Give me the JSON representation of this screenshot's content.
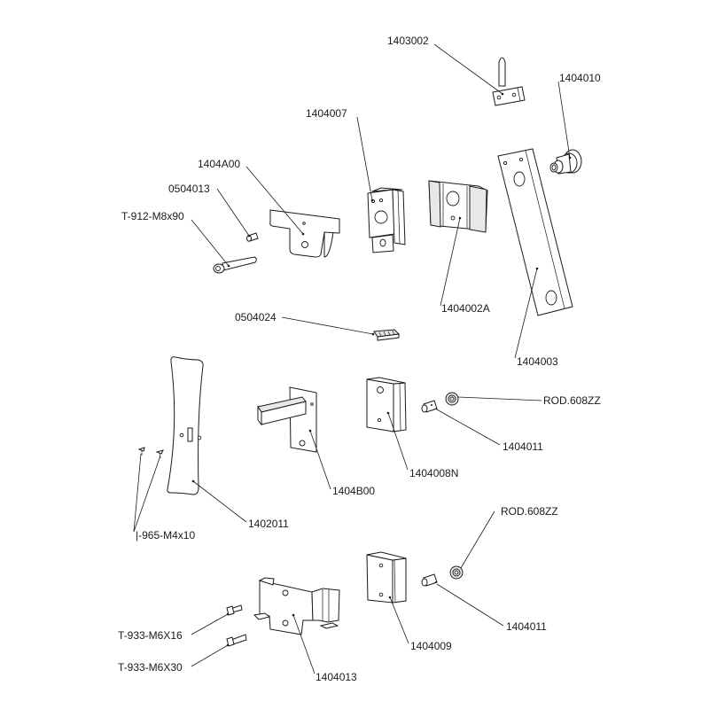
{
  "diagram": {
    "type": "exploded-parts-diagram",
    "parts": [
      {
        "id": "1403002",
        "label": "1403002",
        "name": "pin-bracket"
      },
      {
        "id": "1404010",
        "label": "1404010",
        "name": "stepped-shaft"
      },
      {
        "id": "1404007",
        "label": "1404007",
        "name": "guide-block-upper"
      },
      {
        "id": "1404A00",
        "label": "1404A00",
        "name": "mounting-plate-a"
      },
      {
        "id": "0504013",
        "label": "0504013",
        "name": "set-screw"
      },
      {
        "id": "T-912-M8x90",
        "label": "T-912-M8x90",
        "name": "socket-cap-screw-m8x90"
      },
      {
        "id": "1404002A",
        "label": "1404002A",
        "name": "toothed-clamp-block"
      },
      {
        "id": "1404003",
        "label": "1404003",
        "name": "long-bar"
      },
      {
        "id": "0504024",
        "label": "0504024",
        "name": "serrated-insert"
      },
      {
        "id": "1402011",
        "label": "1402011",
        "name": "curved-cover-plate"
      },
      {
        "id": "I-965-M4x10",
        "label": "|-965-M4x10",
        "name": "countersunk-screw-m4x10"
      },
      {
        "id": "1404B00",
        "label": "1404B00",
        "name": "bracket-b"
      },
      {
        "id": "1404008N",
        "label": "1404008N",
        "name": "guide-block-middle"
      },
      {
        "id": "ROD.608ZZ-1",
        "label": "ROD.608ZZ",
        "name": "bearing-608zz-middle"
      },
      {
        "id": "1404011-1",
        "label": "1404011",
        "name": "bearing-axle-middle"
      },
      {
        "id": "ROD.608ZZ-2",
        "label": "ROD.608ZZ",
        "name": "bearing-608zz-lower"
      },
      {
        "id": "1404011-2",
        "label": "1404011",
        "name": "bearing-axle-lower"
      },
      {
        "id": "1404009",
        "label": "1404009",
        "name": "guide-block-lower"
      },
      {
        "id": "1404013",
        "label": "1404013",
        "name": "base-bracket"
      },
      {
        "id": "T-933-M6X16",
        "label": "T-933-M6X16",
        "name": "hex-bolt-m6x16"
      },
      {
        "id": "T-933-M6X30",
        "label": "T-933-M6X30",
        "name": "hex-bolt-m6x30"
      }
    ]
  }
}
